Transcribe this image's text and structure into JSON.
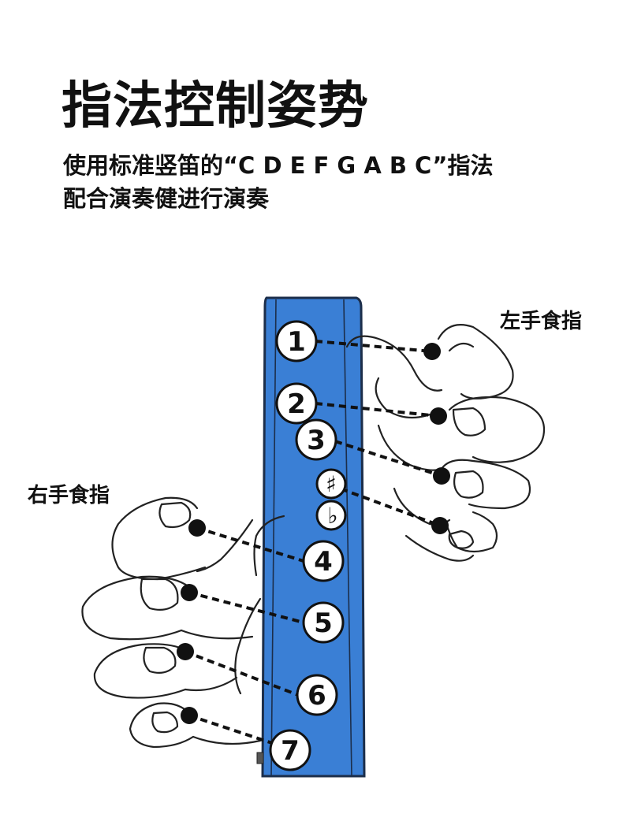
{
  "title": "指法控制姿势",
  "subtitle_line1": "使用标准竖笛的“C D E F G A B C”指法",
  "subtitle_line2": "配合演奏健进行演奏",
  "labels": {
    "left_index": "左手食指",
    "right_index": "右手食指"
  },
  "holes": {
    "h1": "1",
    "h2": "2",
    "h3": "3",
    "sharp": "♯",
    "flat": "♭",
    "h4": "4",
    "h5": "5",
    "h6": "6",
    "h7": "7"
  },
  "colors": {
    "flute_blue": "#3a7fd5",
    "flute_outline": "#1c2e4a",
    "hole_fill": "#ffffff",
    "text": "#111111"
  }
}
